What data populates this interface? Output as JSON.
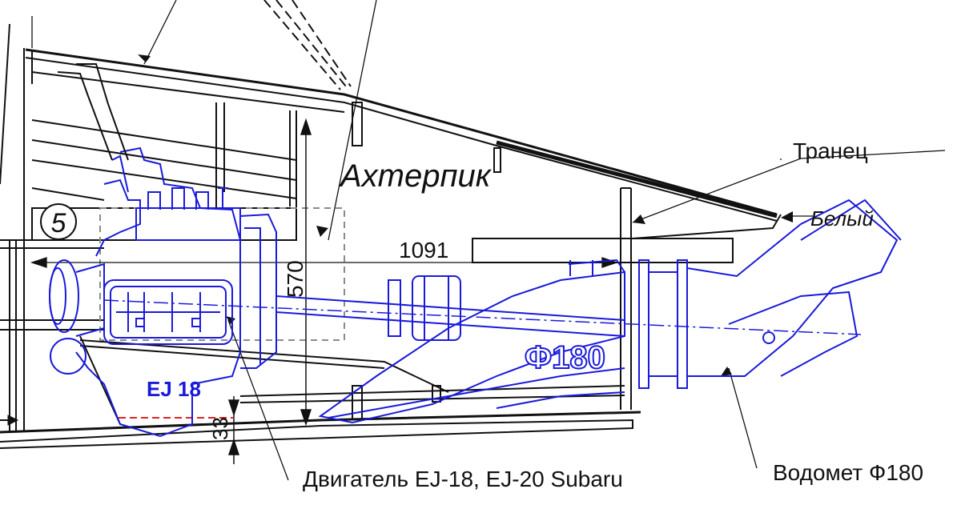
{
  "labels": {
    "transom": "Транец",
    "white": "Белый",
    "afterpeak": "Ахтерпик",
    "section_number": "5",
    "length_dim": "1091",
    "height_dim": "570",
    "clearance_dim": "33",
    "engine": "Двигатель EJ-18, EJ-20 Subaru",
    "waterjet": "Водомет Ф180",
    "engine_marking": "EJ 18",
    "jet_marking": "Ф180"
  },
  "colors": {
    "structure": "#111111",
    "equipment": "#1a1adb",
    "clearance_line": "#e02020",
    "envelope": "#8a8a8a"
  }
}
